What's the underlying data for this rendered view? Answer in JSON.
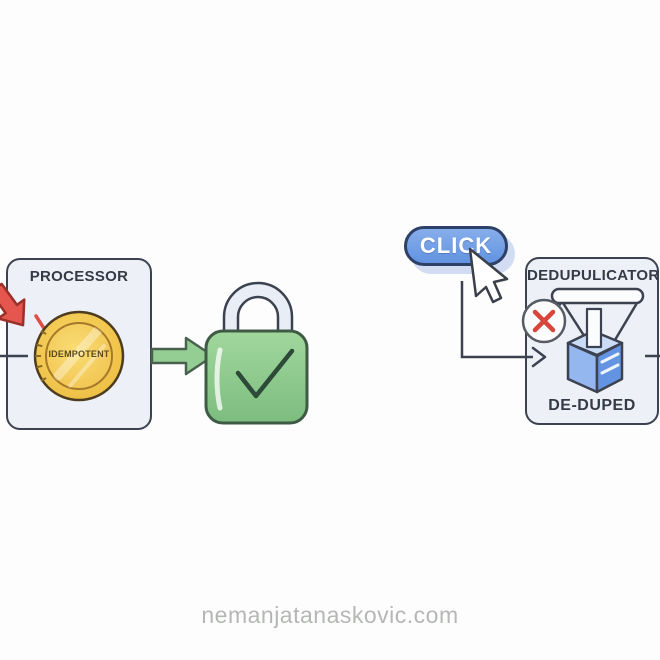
{
  "illustration": {
    "watermark": "nemanjatanaskovic.com",
    "processor": {
      "title": "PROCESSOR",
      "coin_label": "IDEMPOTENT"
    },
    "click_button": {
      "label": "CLICK"
    },
    "deduplicator": {
      "title": "DEDUPULICATOR",
      "caption": "DE-DUPED"
    },
    "icons": {
      "coin": "coin-icon",
      "padlock": "padlock-check-icon",
      "cursor": "cursor-icon",
      "error": "error-x-icon",
      "funnel": "funnel-icon",
      "cube": "cube-icon",
      "red_arrow": "red-request-arrow-icon",
      "red_check": "red-check-icon",
      "green_arrow": "green-arrow-icon"
    },
    "colors": {
      "background": "#fdfdfd",
      "box_fill": "#eef0f8",
      "outline": "#3d4250",
      "coin_gold": "#f2c64e",
      "lock_green": "#8cc98a",
      "arrow_green": "#94ce93",
      "button_blue": "#6f9de5",
      "error_red": "#d8453c",
      "cube_blue": "#6394e4",
      "shackle_gray": "#e9edf6",
      "watermark_gray": "#b4b7b4"
    }
  }
}
